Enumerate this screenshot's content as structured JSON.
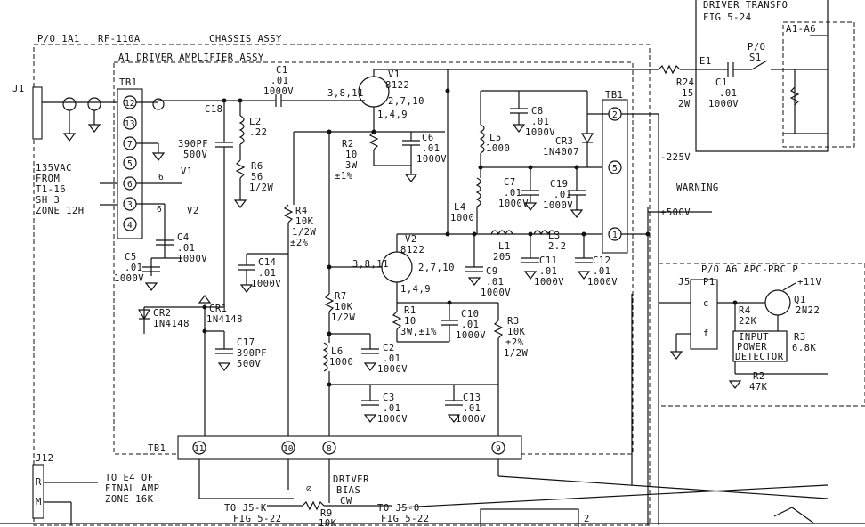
{
  "header": {
    "driver_transformer": "DRIVER TRANSFO",
    "fig_524": "FIG 5-24",
    "a1a6": "A1-A6",
    "po_a1": "P/O 1A1",
    "rf110a": "RF-110A",
    "chassis_assy": "CHASSIS ASSY",
    "a1_driver": "A1 DRIVER AMPLIFIER ASSY"
  },
  "left": {
    "j1": "J1",
    "j12": "J12",
    "tb1": "TB1",
    "tb1_bottom": "TB1",
    "ac_note": [
      "135VAC",
      "FROM",
      "T1-16",
      "SH 3",
      "ZONE 12H"
    ],
    "terminals": [
      "12",
      "13",
      "7",
      "5",
      "6",
      "3",
      "4"
    ],
    "j12_pins": [
      "R",
      "M"
    ],
    "to_e4": [
      "TO E4 OF",
      "FINAL AMP",
      "ZONE 16K"
    ]
  },
  "components": {
    "c1": [
      "C1",
      ".01",
      "1000V"
    ],
    "c18": [
      "C18",
      "390PF",
      "500V"
    ],
    "l2": [
      "L2",
      ".22"
    ],
    "r6": [
      "R6",
      "56",
      "1/2W"
    ],
    "v1": [
      "V1",
      "8122"
    ],
    "v1_pins_a": "3,8,11",
    "v1_pins_b": "2,7,10",
    "v1_pins_c": "1,4,9",
    "r2": [
      "R2",
      "10",
      "3W",
      "±1%"
    ],
    "c6": [
      "C6",
      ".01",
      "1000V"
    ],
    "c8": [
      "C8",
      ".01",
      "1000V"
    ],
    "l5": [
      "L5",
      "1000"
    ],
    "cr3": [
      "CR3",
      "1N4007"
    ],
    "c7": [
      "C7",
      ".01",
      "1000V"
    ],
    "c19": [
      "C19",
      ".01",
      "1000V"
    ],
    "l4": [
      "L4",
      "1000"
    ],
    "v1_small": "V1",
    "v2_small": "V2",
    "c4": [
      "C4",
      ".01",
      "1000V"
    ],
    "c5": [
      "C5",
      ".01",
      "1000V"
    ],
    "r4": [
      "R4",
      "10K",
      "1/2W",
      "±2%"
    ],
    "c14": [
      "C14",
      ".01",
      "1000V"
    ],
    "v2": [
      "V2",
      "8122"
    ],
    "v2_pins_a": "3,8,11",
    "v2_pins_b": "2,7,10",
    "v2_pins_c": "1,4,9",
    "l1": [
      "L1",
      "205"
    ],
    "l3": [
      "L3",
      "2.2"
    ],
    "c9": [
      "C9",
      ".01",
      "1000V"
    ],
    "c11": [
      "C11",
      ".01",
      "1000V"
    ],
    "c12": [
      "C12",
      ".01",
      "1000V"
    ],
    "cr1": [
      "CR1",
      "1N4148"
    ],
    "cr2": [
      "CR2",
      "1N4148"
    ],
    "c17": [
      "C17",
      "390PF",
      "500V"
    ],
    "r7": [
      "R7",
      "10K",
      "1/2W"
    ],
    "l6": [
      "L6",
      "1000"
    ],
    "c2": [
      "C2",
      ".01",
      "1000V"
    ],
    "r1": [
      "R1",
      "10",
      "3W,±1%"
    ],
    "c10": [
      "C10",
      ".01",
      "1000V"
    ],
    "r3": [
      "R3",
      "10K",
      "±2%",
      "1/2W"
    ],
    "c3": [
      "C3",
      ".01",
      "1000V"
    ],
    "c13": [
      "C13",
      ".01",
      "1000V"
    ],
    "r24": [
      "R24",
      "15",
      "2W"
    ],
    "e1": "E1",
    "c1b": [
      "C1",
      ".01",
      "1000V"
    ],
    "s1": [
      "P/O",
      "S1"
    ]
  },
  "tb1_right": {
    "label": "TB1",
    "terminals": [
      "2",
      "5",
      "1"
    ]
  },
  "tb1_bottom_terms": [
    "11",
    "10",
    "8",
    "9"
  ],
  "right": {
    "v225": "-225V",
    "warning": "WARNING",
    "v500": "+500V",
    "po_a6": "P/O A6 APC-PRC P",
    "j5": "J5",
    "p1": "P1",
    "pin_c": "c",
    "pin_f": "f",
    "r4b": [
      "R4",
      "22K"
    ],
    "q1": [
      "Q1",
      "2N22"
    ],
    "plus11": "+11V",
    "detector": [
      "INPUT",
      "POWER",
      "DETECTOR"
    ],
    "r3b": [
      "R3",
      "6.8K"
    ],
    "r2b": [
      "R2",
      "47K"
    ]
  },
  "bottom": {
    "driver_bias": [
      "DRIVER",
      "BIAS"
    ],
    "cw": "CW",
    "r9": [
      "R9",
      "10K"
    ],
    "to_j5k": [
      "TO J5-K",
      "FIG 5-22"
    ],
    "to_j5o": [
      "TO J5-O",
      "FIG 5-22"
    ],
    "num2": "2"
  }
}
